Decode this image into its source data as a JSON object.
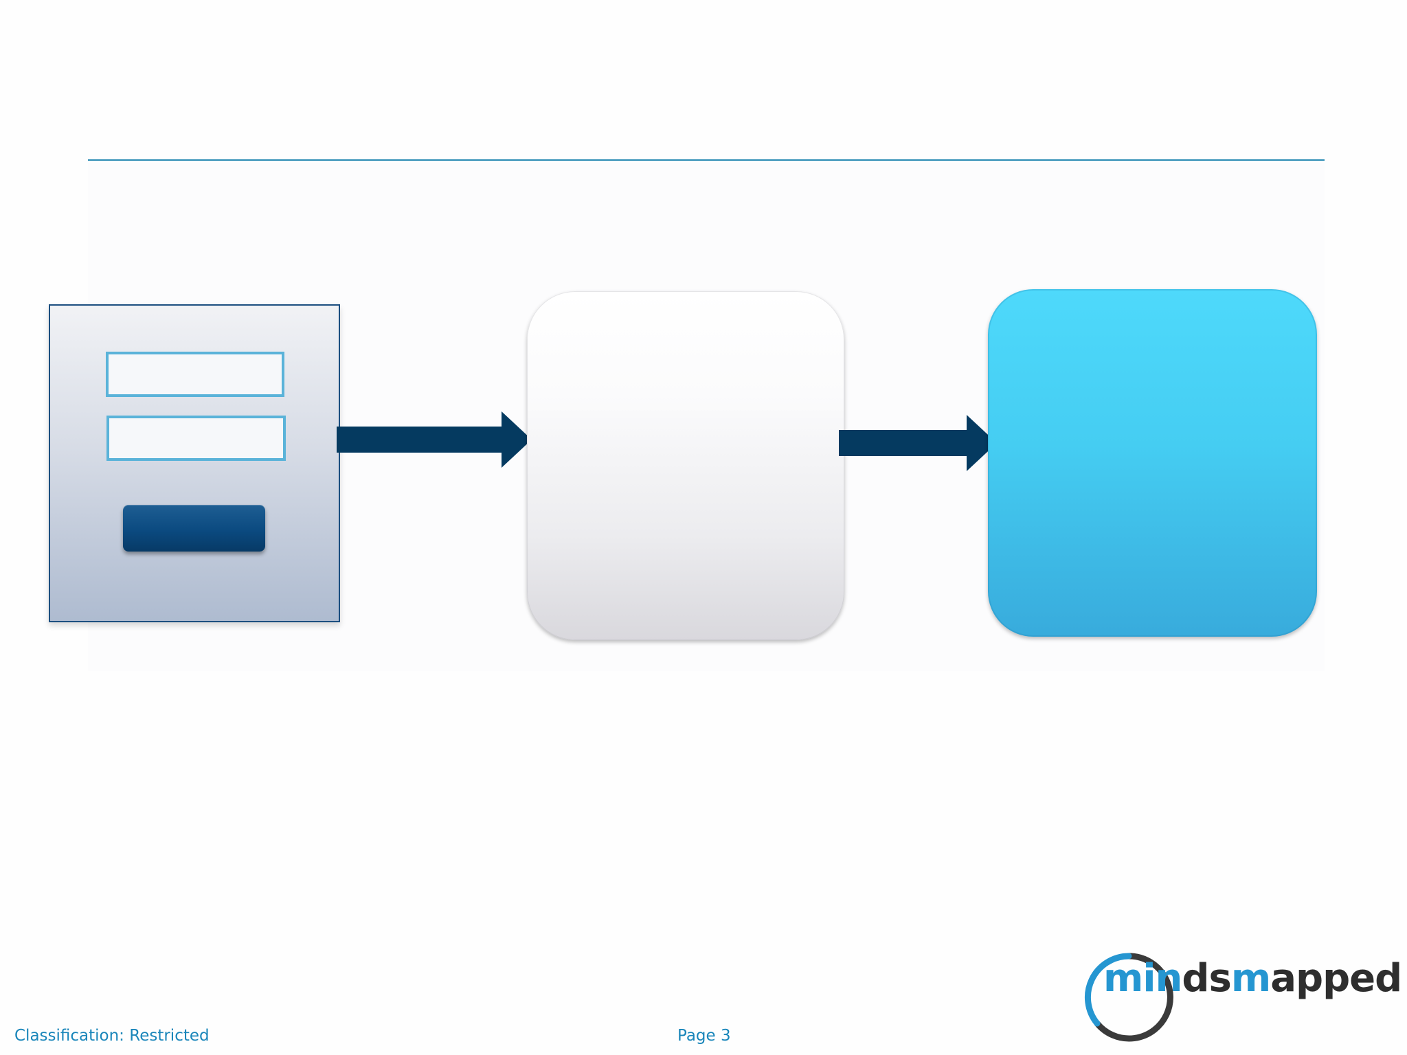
{
  "colors": {
    "divider": "#2a8bb3",
    "arrow": "#053a60",
    "field_border": "#5ab3d9",
    "login_button": "#0b4a80",
    "target_box": "#45cdf2",
    "footer_text": "#1a86ba",
    "logo_blue": "#2596d1",
    "logo_dark": "#2e2e2e"
  },
  "diagram": {
    "nodes": [
      {
        "id": "login-form",
        "shape": "form-panel",
        "fields": 2,
        "buttons": 1
      },
      {
        "id": "middle-box",
        "shape": "rounded-square",
        "fill": "white-gradient"
      },
      {
        "id": "final-box",
        "shape": "rounded-square",
        "fill": "cyan-gradient"
      }
    ],
    "edges": [
      {
        "from": "login-form",
        "to": "middle-box",
        "icon": "right-arrow-icon"
      },
      {
        "from": "middle-box",
        "to": "final-box",
        "icon": "right-arrow-icon"
      }
    ]
  },
  "logo": {
    "part1": "min",
    "part2": "ds",
    "part3": "m",
    "part4": "apped",
    "icon": "circle-ring-logo-icon"
  },
  "footer": {
    "classification": "Classification: Restricted",
    "page": "Page 3"
  }
}
